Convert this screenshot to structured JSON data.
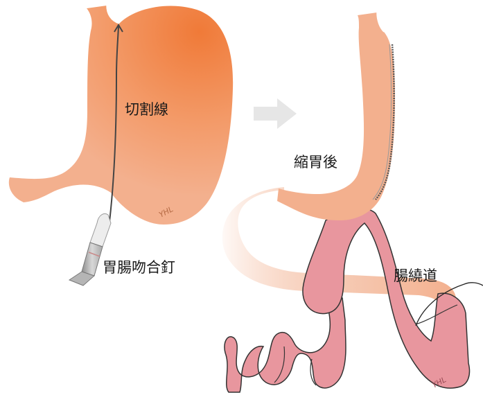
{
  "labels": {
    "cut_line": "切割線",
    "stapler": "胃腸吻合釘",
    "after_reduction": "縮胃後",
    "bypass": "腸繞道"
  },
  "signatures": [
    "YHL",
    "YHL"
  ],
  "icons": {
    "arrow": "right-arrow-icon"
  },
  "colors": {
    "stomach_light": "#f3b08e",
    "stomach_dark": "#f07d3e",
    "intestine": "#e8969e",
    "intestine_dark": "#d97c86",
    "outline": "#333333",
    "stapler_gray": "#9a9a9a",
    "arrow_gray": "#e6e6e6"
  }
}
